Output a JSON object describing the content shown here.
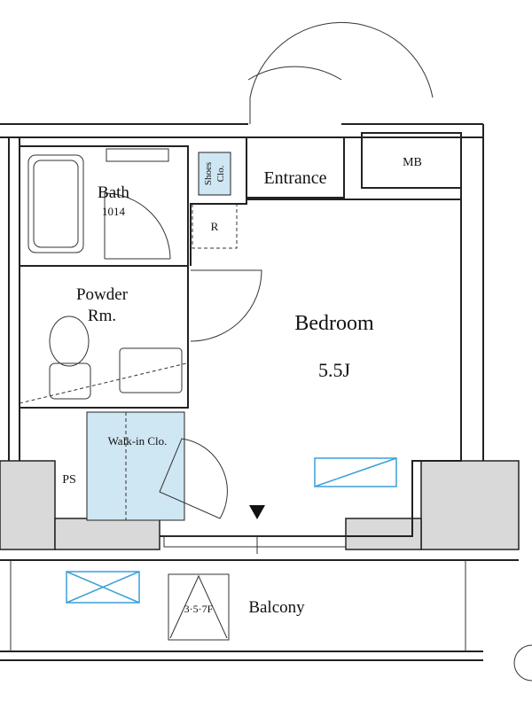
{
  "rooms": {
    "bath": "Bath",
    "bath_size": "1014",
    "shoes_closet_line1": "Shoes",
    "shoes_closet_line2": "Clo.",
    "entrance": "Entrance",
    "mb": "MB",
    "refrigerator": "R",
    "powder_line1": "Powder",
    "powder_line2": "Rm.",
    "bedroom": "Bedroom",
    "bedroom_size": "5.5J",
    "walk_in_closet": "Walk-in Clo.",
    "ps": "PS",
    "balcony": "Balcony",
    "balcony_floor_note": "3·5·7F"
  },
  "colors": {
    "storage_fill": "#cfe6f3",
    "column_fill": "#d9d9d9",
    "skylight_stroke": "#3a9fd8"
  },
  "icons": {
    "main_opening_marker": "down-triangle"
  }
}
